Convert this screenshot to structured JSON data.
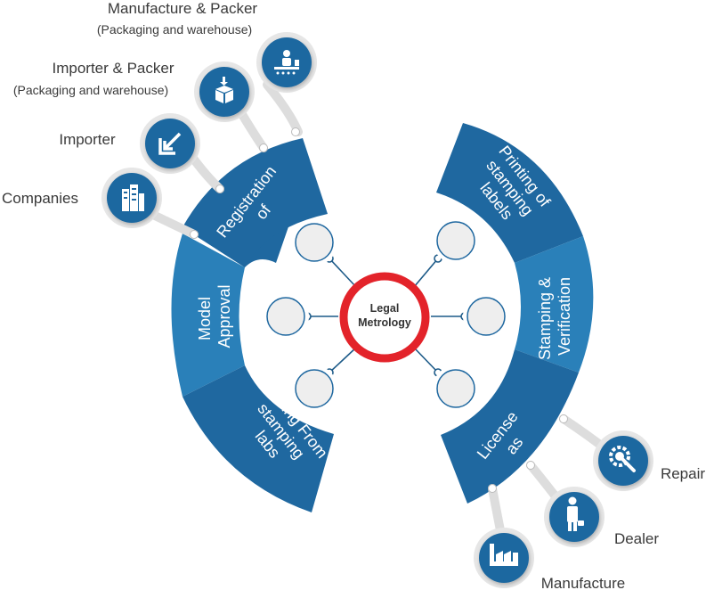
{
  "center": {
    "line1": "Legal",
    "line2": "Metrology",
    "ring_color": "#e3232a"
  },
  "segments": {
    "registration": {
      "lines": [
        "Registration",
        "of"
      ]
    },
    "model_approval": {
      "lines": [
        "Model",
        "Approval"
      ]
    },
    "testing": {
      "lines": [
        "Testing From",
        "stamping",
        "labs"
      ]
    },
    "printing": {
      "lines": [
        "Printing of",
        "stamping",
        "labels"
      ]
    },
    "stamping": {
      "lines": [
        "Stamping &",
        "Verification"
      ]
    },
    "license": {
      "lines": [
        "License",
        "as"
      ]
    }
  },
  "registration_types": [
    {
      "label": "Manufacture & Packer",
      "sub": "(Packaging and warehouse)",
      "icon": "assembly-line-worker-icon"
    },
    {
      "label": "Importer & Packer",
      "sub": "(Packaging and warehouse)",
      "icon": "package-box-icon"
    },
    {
      "label": "Importer",
      "sub": "",
      "icon": "import-arrow-icon"
    },
    {
      "label": "Companies",
      "sub": "",
      "icon": "building-icon"
    }
  ],
  "license_types": [
    {
      "label": "Repair",
      "icon": "gear-wrench-icon"
    },
    {
      "label": "Dealer",
      "icon": "businessman-icon"
    },
    {
      "label": "Manufacture",
      "icon": "factory-icon"
    }
  ],
  "colors": {
    "dark_blue": "#1f68a0",
    "mid_blue": "#2a80b9",
    "text": "#3a3a3a",
    "bubble_fill": "#eeeeee",
    "connector": "#1c5a88"
  }
}
